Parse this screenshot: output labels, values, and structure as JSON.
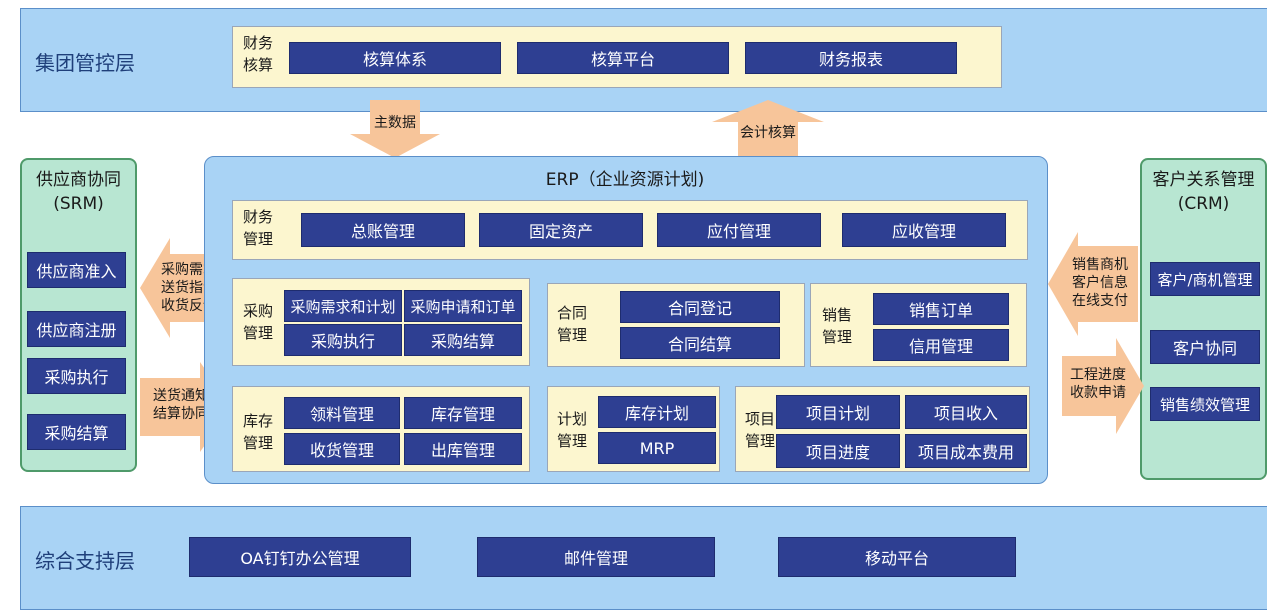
{
  "top_layer": {
    "title": "集团管控层",
    "group_label": "财务\n核算",
    "items": [
      "核算体系",
      "核算平台",
      "财务报表"
    ]
  },
  "arrows": {
    "down_master": "主数据",
    "up_accounting": "会计核算",
    "to_srm": "采购需求\n送货指令\n收货反馈",
    "from_srm": "送货通知\n结算协同",
    "to_crm_in": "销售商机\n客户信息\n在线支付",
    "to_crm_out": "工程进度\n收款申请"
  },
  "srm": {
    "title": "供应商协同\n(SRM)",
    "items": [
      "供应商准入",
      "供应商注册",
      "采购执行",
      "采购结算"
    ]
  },
  "crm": {
    "title": "客户关系管理\n(CRM)",
    "items": [
      "客户/商机管理",
      "客户协同",
      "销售绩效管理"
    ]
  },
  "erp": {
    "title": "ERP（企业资源计划)",
    "finance": {
      "label": "财务\n管理",
      "items": [
        "总账管理",
        "固定资产",
        "应付管理",
        "应收管理"
      ]
    },
    "purchase": {
      "label": "采购\n管理",
      "items": [
        "采购需求和计划",
        "采购申请和订单",
        "采购执行",
        "采购结算"
      ]
    },
    "contract": {
      "label": "合同\n管理",
      "items": [
        "合同登记",
        "合同结算"
      ]
    },
    "sales": {
      "label": "销售\n管理",
      "items": [
        "销售订单",
        "信用管理"
      ]
    },
    "inventory": {
      "label": "库存\n管理",
      "items": [
        "领料管理",
        "库存管理",
        "收货管理",
        "出库管理"
      ]
    },
    "planning": {
      "label": "计划\n管理",
      "items": [
        "库存计划",
        "MRP"
      ]
    },
    "project": {
      "label": "项目\n管理",
      "items": [
        "项目计划",
        "项目收入",
        "项目进度",
        "项目成本费用"
      ]
    }
  },
  "bottom_layer": {
    "title": "综合支持层",
    "items": [
      "OA钉钉办公管理",
      "邮件管理",
      "移动平台"
    ]
  },
  "colors": {
    "layer_bg": "#a9d3f5",
    "cream": "#fcf6cf",
    "navy": "#2e3f92",
    "side_bg": "#b8e6d2",
    "arrow": "#f7c59a"
  }
}
